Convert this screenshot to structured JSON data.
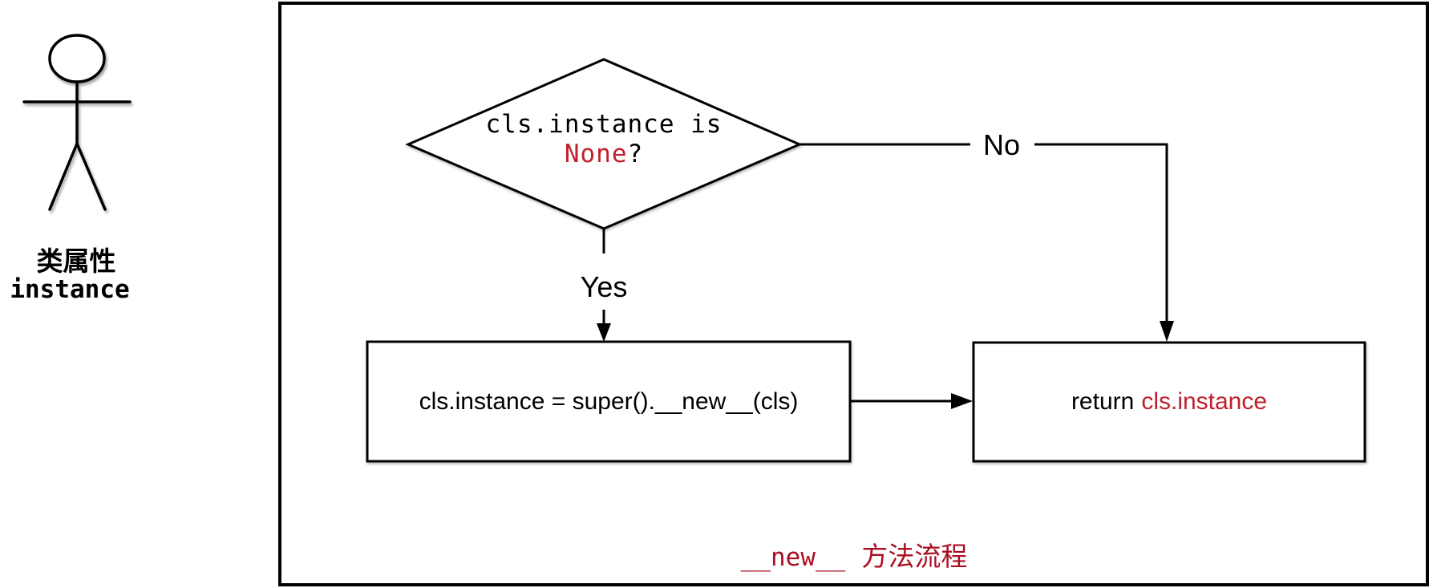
{
  "actor": {
    "title": "类属性",
    "subtitle": "instance"
  },
  "diagram": {
    "decision": {
      "line1": "cls.instance is",
      "keyword": "None",
      "suffix": "?"
    },
    "branch_yes": "Yes",
    "branch_no": "No",
    "process": "cls.instance = super().__new__(cls)",
    "return": {
      "prefix": "return",
      "value": "cls.instance"
    },
    "caption": {
      "method": "__new__",
      "label": "方法流程"
    }
  },
  "colors": {
    "keyword_red": "#c0202e",
    "caption_red": "#ab0e22",
    "stroke": "#000000"
  }
}
